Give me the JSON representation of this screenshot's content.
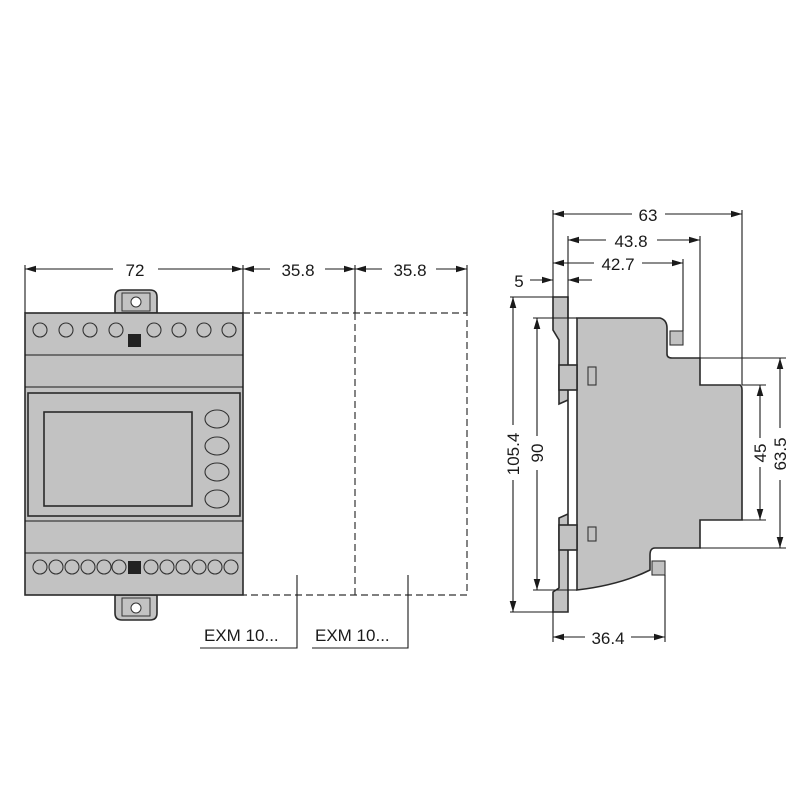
{
  "front_view": {
    "width_label": "72",
    "module1_label": "35.8",
    "module2_label": "35.8",
    "expansion1_label": "EXM 10...",
    "expansion2_label": "EXM 10..."
  },
  "side_view": {
    "depth_total": "63",
    "depth_43_8": "43.8",
    "depth_42_7": "42.7",
    "clip_offset": "5",
    "height_total": "105.4",
    "height_body": "90",
    "front_height": "45",
    "step_height": "63.5",
    "terminal_depth": "36.4"
  }
}
